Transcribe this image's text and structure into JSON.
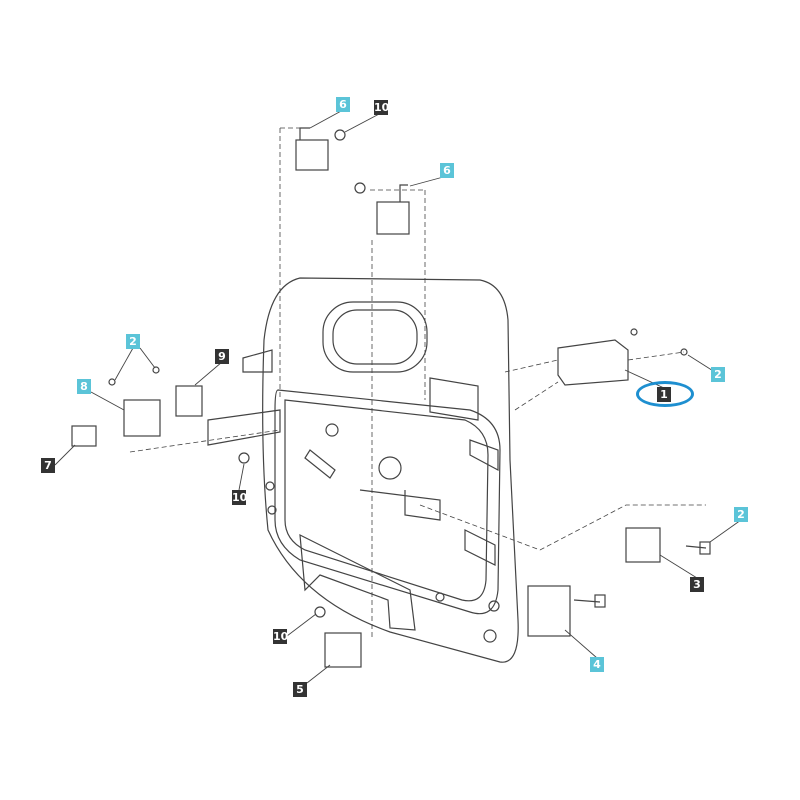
{
  "diagram": {
    "colors": {
      "new_part_label": "#5bc4d8",
      "part_label": "#333333",
      "highlight": "#1e8fd0",
      "line": "#444444"
    },
    "callouts": [
      {
        "id": "c6a",
        "label": "6",
        "style": "cyan"
      },
      {
        "id": "c10a",
        "label": "10",
        "style": "dark"
      },
      {
        "id": "c6b",
        "label": "6",
        "style": "cyan"
      },
      {
        "id": "c2a",
        "label": "2",
        "style": "cyan"
      },
      {
        "id": "c9",
        "label": "9",
        "style": "dark"
      },
      {
        "id": "c8",
        "label": "8",
        "style": "cyan"
      },
      {
        "id": "c7",
        "label": "7",
        "style": "dark"
      },
      {
        "id": "c10b",
        "label": "10",
        "style": "dark"
      },
      {
        "id": "c2b",
        "label": "2",
        "style": "cyan"
      },
      {
        "id": "c1",
        "label": "1",
        "style": "dark",
        "highlighted": true
      },
      {
        "id": "c2c",
        "label": "2",
        "style": "cyan"
      },
      {
        "id": "c3",
        "label": "3",
        "style": "dark"
      },
      {
        "id": "c4",
        "label": "4",
        "style": "cyan"
      },
      {
        "id": "c10c",
        "label": "10",
        "style": "dark"
      },
      {
        "id": "c5",
        "label": "5",
        "style": "dark"
      }
    ]
  }
}
